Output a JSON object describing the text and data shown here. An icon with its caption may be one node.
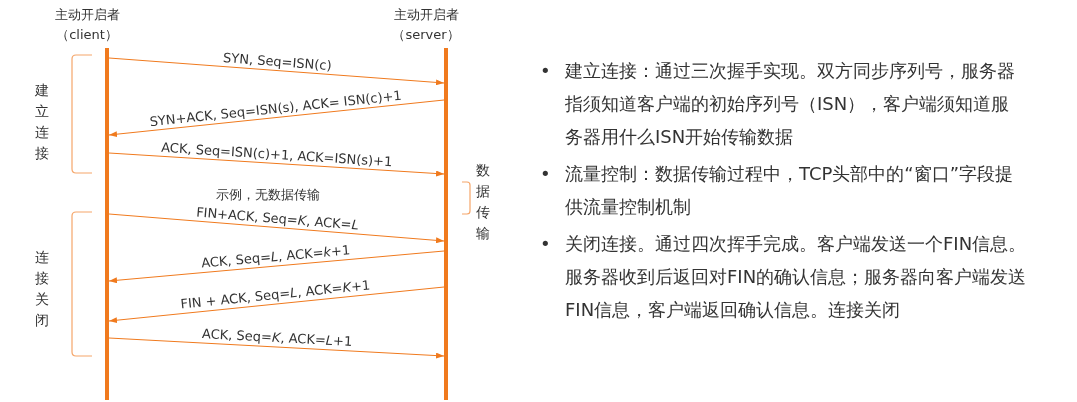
{
  "diagram": {
    "nodes": [
      {
        "text": [],
        "shape": "bar",
        "beside": [
          "主动开启者（client）"
        ]
      },
      {
        "text": [],
        "shape": "bar",
        "beside": [
          "主动开启者（server）"
        ]
      }
    ],
    "edges": [
      {
        "from": 0,
        "to": 1,
        "arrow": "to",
        "label": "SYN, Seq=ISN(c)"
      },
      {
        "from": 1,
        "to": 0,
        "arrow": "to",
        "label": "SYN+ACK, Seq=ISN(s), ACK= ISN(c)+1"
      },
      {
        "from": 0,
        "to": 1,
        "arrow": "to",
        "label": "ACK, Seq=ISN(c)+1, ACK=ISN(s)+1"
      },
      {
        "from": 0,
        "to": 1,
        "arrow": "to",
        "label": "FIN+ACK, Seq=*K*, ACK=*L*"
      },
      {
        "from": 1,
        "to": 0,
        "arrow": "to",
        "label": "ACK, Seq=*L*, ACK=*k*+1"
      },
      {
        "from": 1,
        "to": 0,
        "arrow": "to",
        "label": "FIN + ACK, Seq=*L*, ACK=*K*+1"
      },
      {
        "from": 0,
        "to": 1,
        "arrow": "to",
        "label": "ACK, Seq=*K*, ACK=*L*+1"
      }
    ],
    "labels": [
      "建立连接",
      "示例，无数据传输",
      "数据传输",
      "连接关闭",
      "•",
      "建立连接：通过三次握手实现。双方同步序列号，服务器指须知道客户端的初始序列号（ISN），客户端须知道服务器用什么ISN开始传输数据",
      "•",
      "流量控制：数据传输过程中，TCP头部中的“窗口”字段提供流量控制机制",
      "•",
      "关闭连接。通过四次挥手完成。客户端发送一个FIN信息。服务器收到后返回对FIN的确认信息；服务器向客户端发送FIN信息，客户端返回确认信息。连接关闭"
    ]
  }
}
